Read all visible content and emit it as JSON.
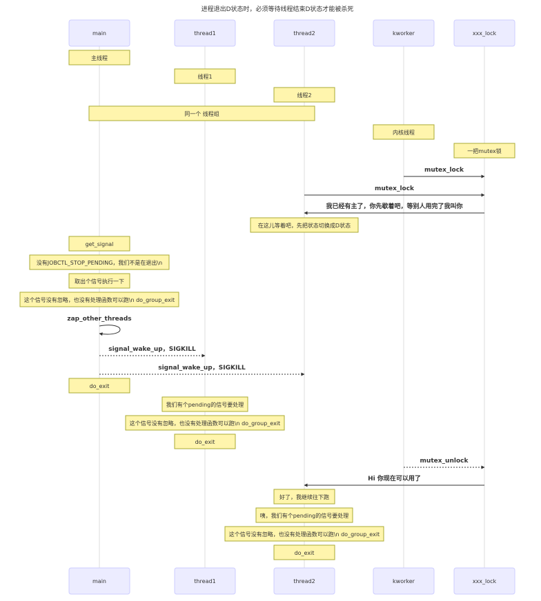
{
  "title": "进程退出D状态时，必须等待线程结束D状态才能被杀死",
  "participants": [
    "main",
    "thread1",
    "thread2",
    "kworker",
    "xxx_lock"
  ],
  "notes": [
    {
      "text": "主线程",
      "over": [
        "main"
      ]
    },
    {
      "text": "线程1",
      "over": [
        "thread1"
      ]
    },
    {
      "text": "线程2",
      "over": [
        "thread2"
      ]
    },
    {
      "text": "同一个 线程组",
      "over": [
        "main",
        "thread2"
      ]
    },
    {
      "text": "内核线程",
      "over": [
        "kworker"
      ]
    },
    {
      "text": "一把mutex锁",
      "over": [
        "xxx_lock"
      ]
    },
    {
      "text": "在这儿等着吧，先把状态切换成D状态",
      "over": [
        "thread2"
      ]
    },
    {
      "text": "get_signal",
      "over": [
        "main"
      ]
    },
    {
      "text": "没有JOBCTL_STOP_PENDING，我们不是在退出\\n",
      "over": [
        "main"
      ]
    },
    {
      "text": "取出个信号执行一下",
      "over": [
        "main"
      ]
    },
    {
      "text": "这个信号没有忽略，也没有处理函数可以跑\\n do_group_exit",
      "over": [
        "main"
      ]
    },
    {
      "text": "do_exit",
      "over": [
        "main"
      ]
    },
    {
      "text": "我们有个pending的信号要处理",
      "over": [
        "thread1"
      ]
    },
    {
      "text": "这个信号没有忽略，也没有处理函数可以跑\\n do_group_exit",
      "over": [
        "thread1"
      ]
    },
    {
      "text": "do_exit",
      "over": [
        "thread1"
      ]
    },
    {
      "text": "好了，我继续往下跑",
      "over": [
        "thread2"
      ]
    },
    {
      "text": "咦，我们有个pending的信号要处理",
      "over": [
        "thread2"
      ]
    },
    {
      "text": "这个信号没有忽略，也没有处理函数可以跑\\n do_group_exit",
      "over": [
        "thread2"
      ]
    },
    {
      "text": "do_exit",
      "over": [
        "thread2"
      ]
    }
  ],
  "messages": [
    {
      "from": "kworker",
      "to": "xxx_lock",
      "text": "mutex_lock",
      "style": "solid"
    },
    {
      "from": "thread2",
      "to": "xxx_lock",
      "text": "mutex_lock",
      "style": "solid"
    },
    {
      "from": "xxx_lock",
      "to": "thread2",
      "text": "我已经有主了，你先歇着吧，等别人用完了我叫你",
      "style": "solid"
    },
    {
      "from": "main",
      "to": "main",
      "text": "zap_other_threads",
      "style": "solid"
    },
    {
      "from": "main",
      "to": "thread1",
      "text": "signal_wake_up，SIGKILL",
      "style": "dotted"
    },
    {
      "from": "main",
      "to": "thread2",
      "text": "signal_wake_up，SIGKILL",
      "style": "dotted"
    },
    {
      "from": "kworker",
      "to": "xxx_lock",
      "text": "mutex_unlock",
      "style": "dotted"
    },
    {
      "from": "xxx_lock",
      "to": "thread2",
      "text": "Hi 你现在可以用了",
      "style": "solid"
    }
  ],
  "colors": {
    "actor_fill": "#ECECFF",
    "actor_stroke": "#CCCCFF",
    "note_fill": "#FFF5AD",
    "note_stroke": "#AAAA33",
    "line": "#333333"
  }
}
